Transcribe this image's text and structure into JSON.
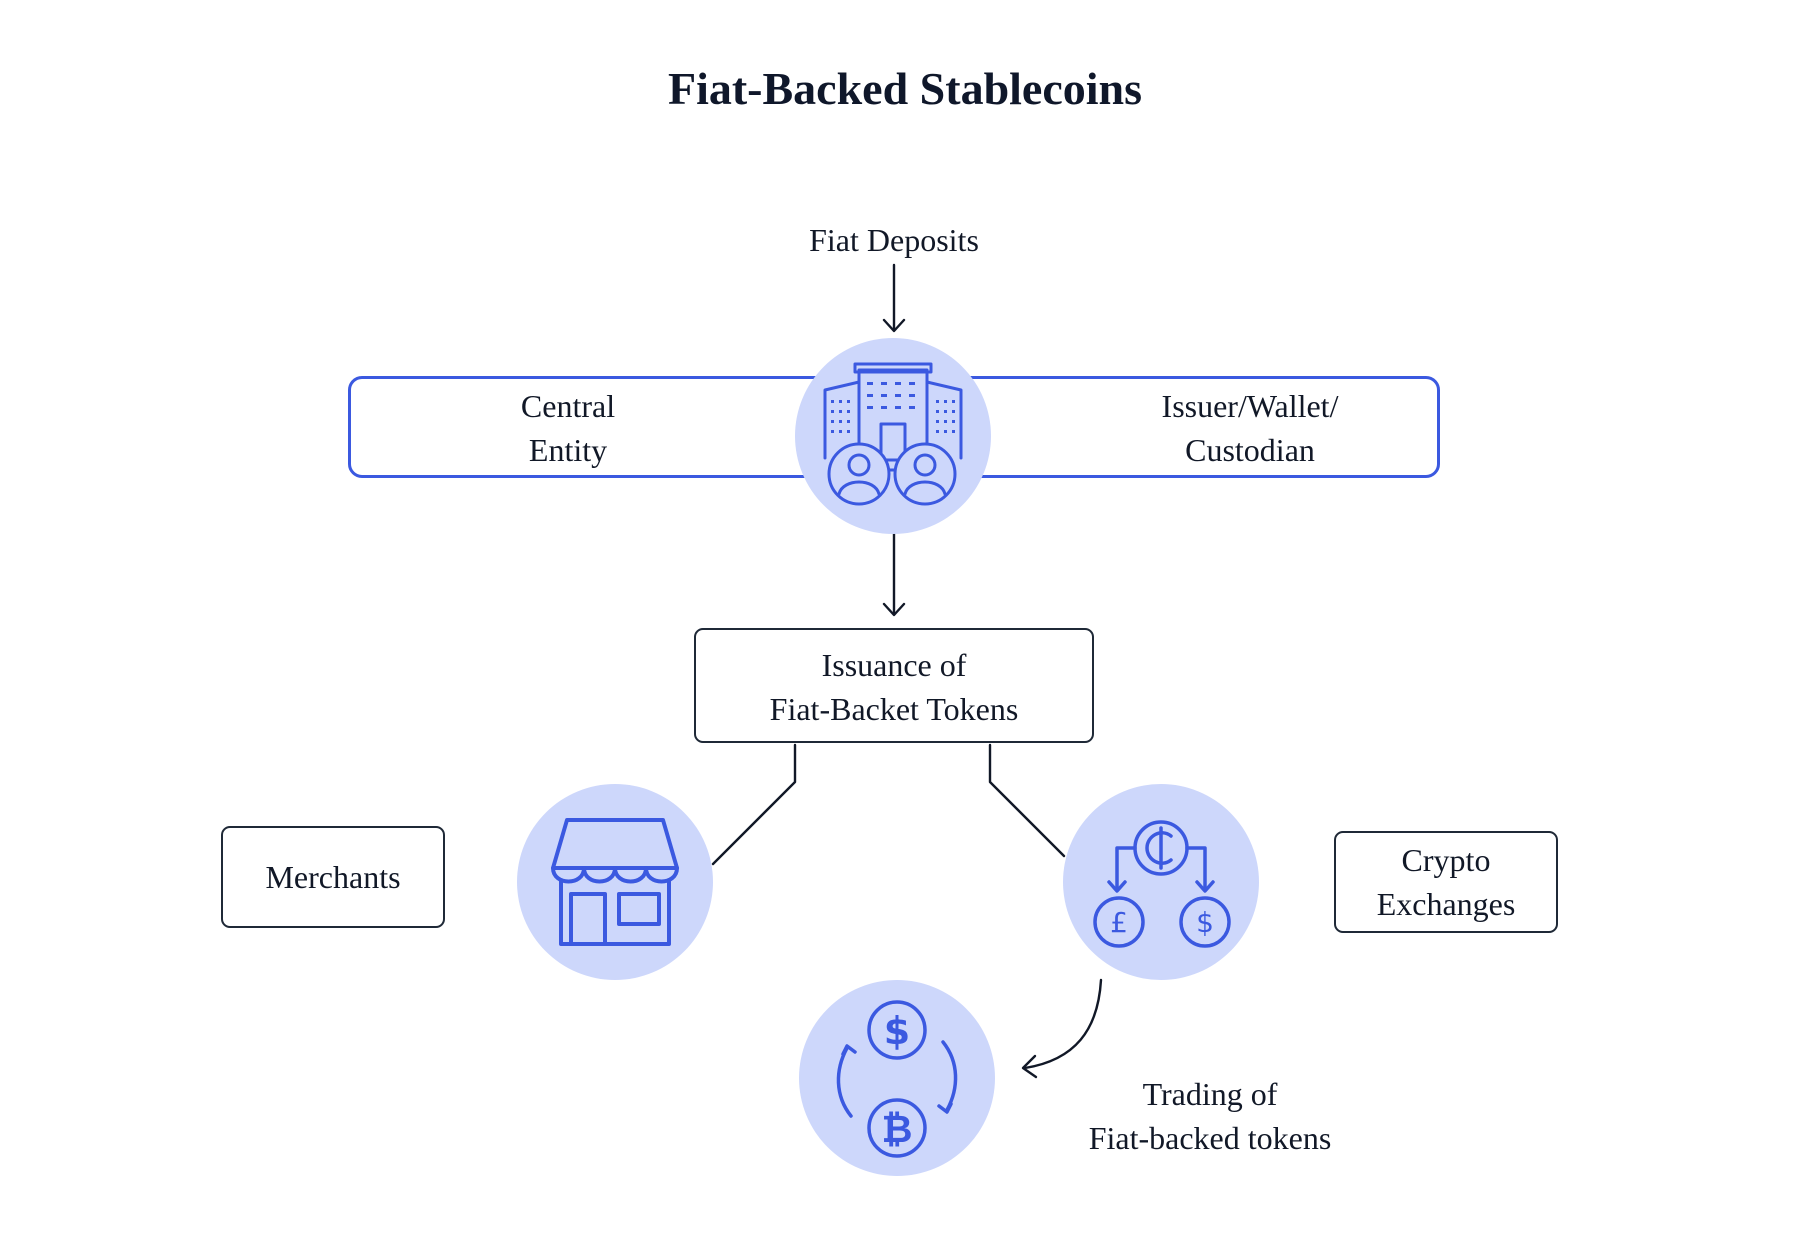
{
  "title": "Fiat-Backed Stablecoins",
  "nodes": {
    "fiat_deposits": "Fiat Deposits",
    "central_entity": [
      "Central",
      "Entity"
    ],
    "issuer": [
      "Issuer/Wallet/",
      "Custodian"
    ],
    "issuance": [
      "Issuance of",
      "Fiat-Backet Tokens"
    ],
    "merchants": "Merchants",
    "crypto_exchanges": [
      "Crypto",
      "Exchanges"
    ],
    "trading": [
      "Trading of",
      "Fiat-backed tokens"
    ]
  },
  "icons": {
    "central": "bank-building-with-users-icon",
    "merchants": "storefront-icon",
    "exchanges": "currency-exchange-icon",
    "trading": "dollar-bitcoin-swap-icon"
  },
  "colors": {
    "accent": "#3b59e0",
    "circle_fill": "#cdd7fb",
    "ink": "#111827"
  }
}
